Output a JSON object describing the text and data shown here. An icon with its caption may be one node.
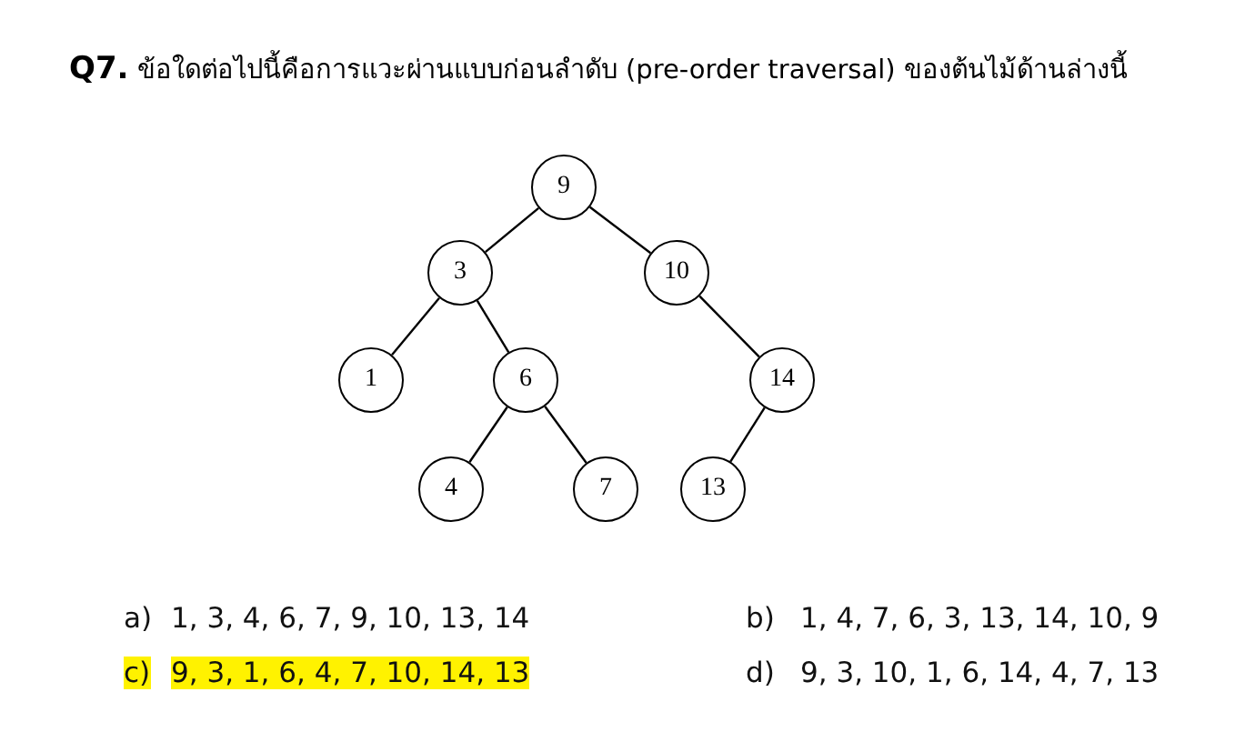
{
  "diagram": {
    "title": "**Q7.** ข้อใดต่อไปนี้คือการแวะผ่านแบบก่อนลำดับ (pre-order traversal) ของต้นไม้ด้านล่างนี้",
    "nodes": [
      {
        "text": [
          "9"
        ]
      },
      {
        "text": [
          "3"
        ]
      },
      {
        "text": [
          "10"
        ]
      },
      {
        "text": [
          "1"
        ]
      },
      {
        "text": [
          "6"
        ]
      },
      {
        "text": [
          "14"
        ]
      },
      {
        "text": [
          "4"
        ]
      },
      {
        "text": [
          "7"
        ]
      },
      {
        "text": [
          "13"
        ]
      }
    ],
    "edges": [
      {
        "from": 0,
        "to": 1,
        "arrow": "none"
      },
      {
        "from": 0,
        "to": 2,
        "arrow": "none"
      },
      {
        "from": 1,
        "to": 3,
        "arrow": "none"
      },
      {
        "from": 1,
        "to": 4,
        "arrow": "none"
      },
      {
        "from": 2,
        "to": 5,
        "arrow": "none"
      },
      {
        "from": 4,
        "to": 6,
        "arrow": "none"
      },
      {
        "from": 4,
        "to": 7,
        "arrow": "none"
      },
      {
        "from": 5,
        "to": 8,
        "arrow": "none"
      }
    ],
    "labels": [
      "a)",
      "1, 3, 4, 6, 7, 9, 10, 13, 14",
      "b)",
      "1, 4, 7, 6, 3, 13, 14, 10, 9",
      "c)",
      "9, 3, 1, 6, 4, 7, 10, 14, 13",
      "d)",
      "9, 3, 10, 1, 6, 14, 4, 7, 13"
    ]
  }
}
